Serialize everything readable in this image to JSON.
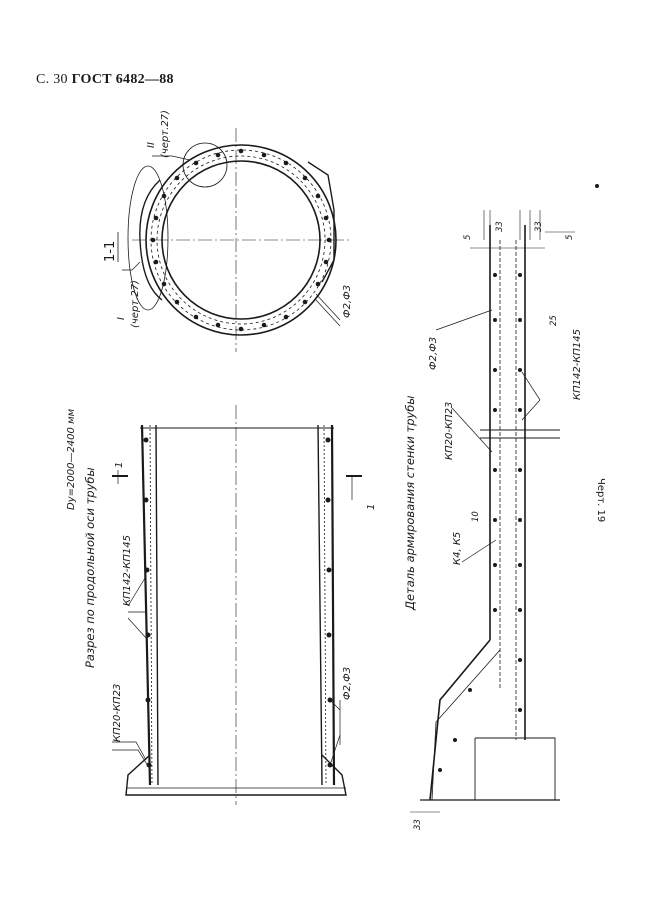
{
  "header": {
    "page_ref": "С. 30",
    "standard": "ГОСТ 6482—88"
  },
  "labels": {
    "diameter": "Dу=2000—2400 мм",
    "section_title": "Разрез по продольной оси трубы",
    "detail_title": "Деталь армирования стенки трубы",
    "section_mark": "1-1",
    "cut_1": "1",
    "cut_2": "1",
    "view_I": "I",
    "view_I_ref": "(черт.27)",
    "view_II": "II",
    "view_II_ref": "(черт.27)",
    "kp20_left": "КП20-КП23",
    "kp142_left": "КП142-КП145",
    "f_left": "Ф2,Ф3",
    "f_circle": "Ф2,Ф3",
    "f_detail": "Ф2,Ф3",
    "kp20_detail": "КП20-КП23",
    "k4k5": "К4, К5",
    "kp142_detail": "КП142-КП145",
    "dim_5a": "5",
    "dim_33a": "33",
    "dim_33b": "33",
    "dim_5b": "5",
    "dim_25": "25",
    "dim_10": "10",
    "dim_33c": "33",
    "figure_caption": "Черт. 19"
  }
}
